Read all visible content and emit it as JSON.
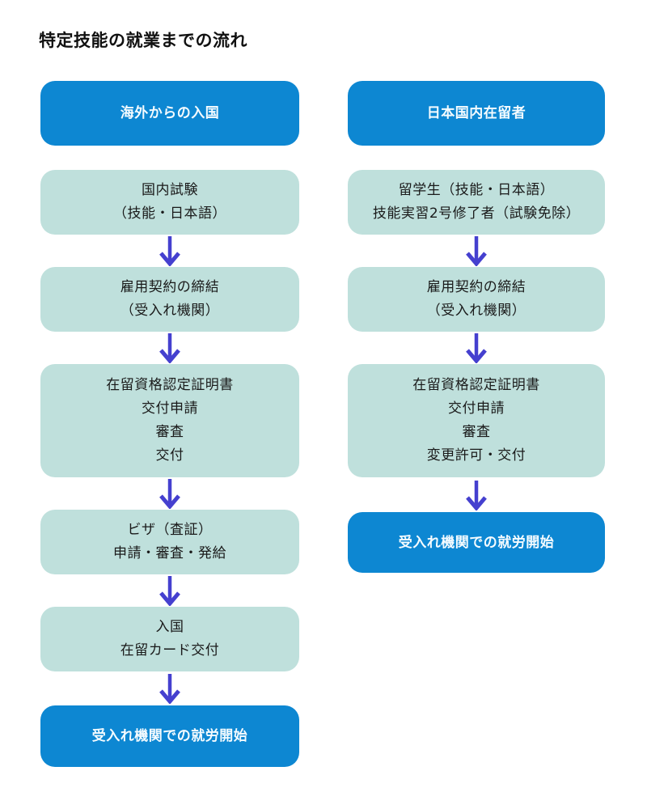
{
  "title": "特定技能の就業までの流れ",
  "colors": {
    "blue": "#0d87d2",
    "teal": "#bfe0dc",
    "arrow": "#4540cf"
  },
  "columns": {
    "left": {
      "header": "海外からの入国",
      "steps": {
        "0": "国内試験\n（技能・日本語）",
        "1": "雇用契約の締結\n（受入れ機関）",
        "2": "在留資格認定証明書\n交付申請\n審査\n交付",
        "3": "ビザ（査証）\n申請・審査・発給",
        "4": "入国\n在留カード交付"
      },
      "final": "受入れ機関での就労開始"
    },
    "right": {
      "header": "日本国内在留者",
      "steps": {
        "0": "留学生（技能・日本語）\n技能実習2号修了者（試験免除）",
        "1": "雇用契約の締結\n（受入れ機関）",
        "2": "在留資格認定証明書\n交付申請\n審査\n変更許可・交付"
      },
      "final": "受入れ機関での就労開始"
    }
  }
}
